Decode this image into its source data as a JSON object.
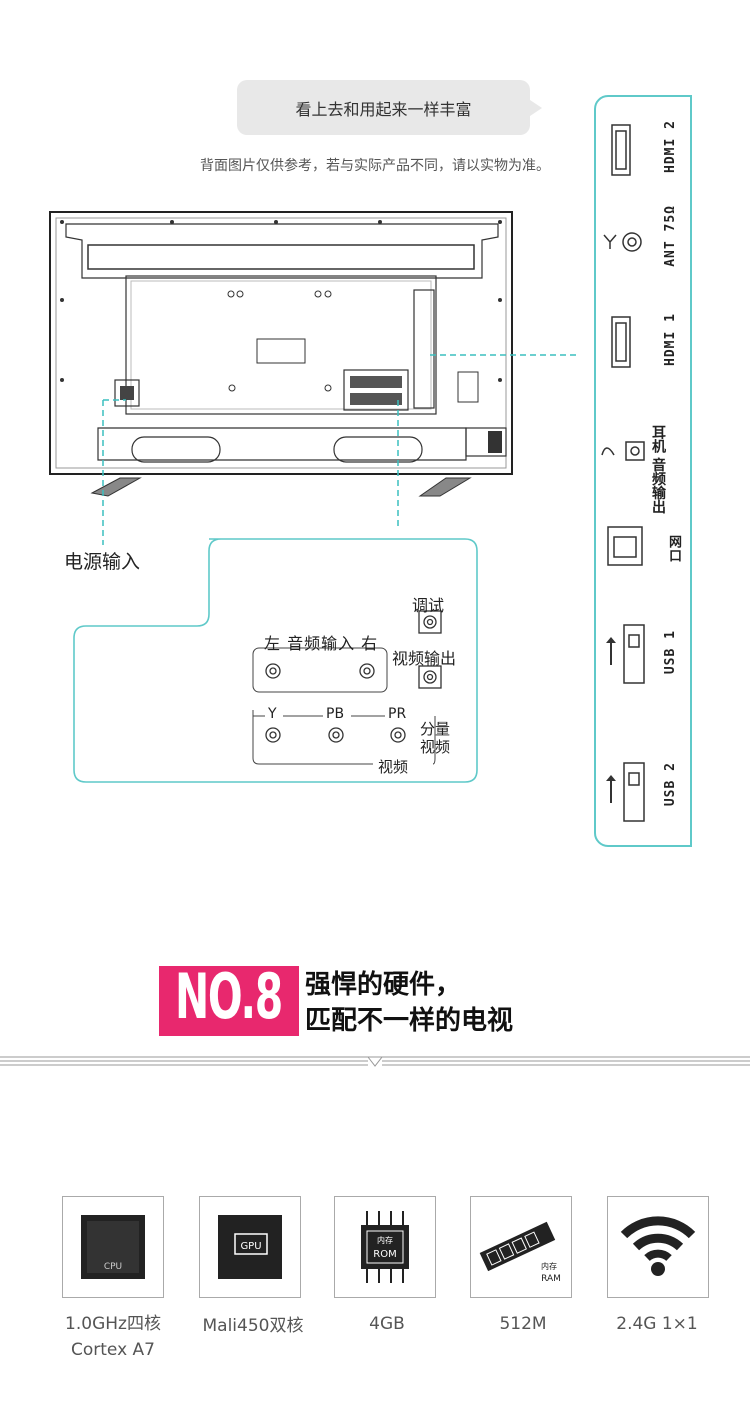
{
  "header": {
    "bubble_text": "看上去和用起来一样丰富",
    "disclaimer": "背面图片仅供参考，若与实际产品不同，请以实物为准。"
  },
  "ports_panel": {
    "hdmi2": "HDMI 2",
    "ant": "ANT 75Ω",
    "hdmi1": "HDMI 1",
    "earphone_line1": "耳机",
    "earphone_line2": "音频输出",
    "network": "网口",
    "usb1": "USB 1",
    "usb2": "USB 2"
  },
  "callout": {
    "power_input": "电源输入",
    "audio_in": "左 音频输入 右",
    "debug": "调试",
    "video_out": "视频输出",
    "y": "Y",
    "pb": "PB",
    "pr": "PR",
    "component_line1": "分量",
    "component_line2": "视频",
    "video": "视频"
  },
  "section": {
    "badge": "NO.8",
    "title_line1": "强悍的硬件，",
    "title_line2": "匹配不一样的电视"
  },
  "hardware": [
    {
      "icon": "cpu-icon",
      "icon_label": "CPU",
      "line1": "1.0GHz四核",
      "line2": "Cortex  A7"
    },
    {
      "icon": "gpu-icon",
      "icon_label": "GPU",
      "line1": "Mali450双核",
      "line2": ""
    },
    {
      "icon": "rom-icon",
      "icon_label_1": "内存",
      "icon_label_2": "ROM",
      "line1": "4GB",
      "line2": ""
    },
    {
      "icon": "ram-icon",
      "icon_label_1": "内存",
      "icon_label_2": "RAM",
      "line1": "512M",
      "line2": ""
    },
    {
      "icon": "wifi-icon",
      "line1": "2.4G 1×1",
      "line2": ""
    }
  ]
}
